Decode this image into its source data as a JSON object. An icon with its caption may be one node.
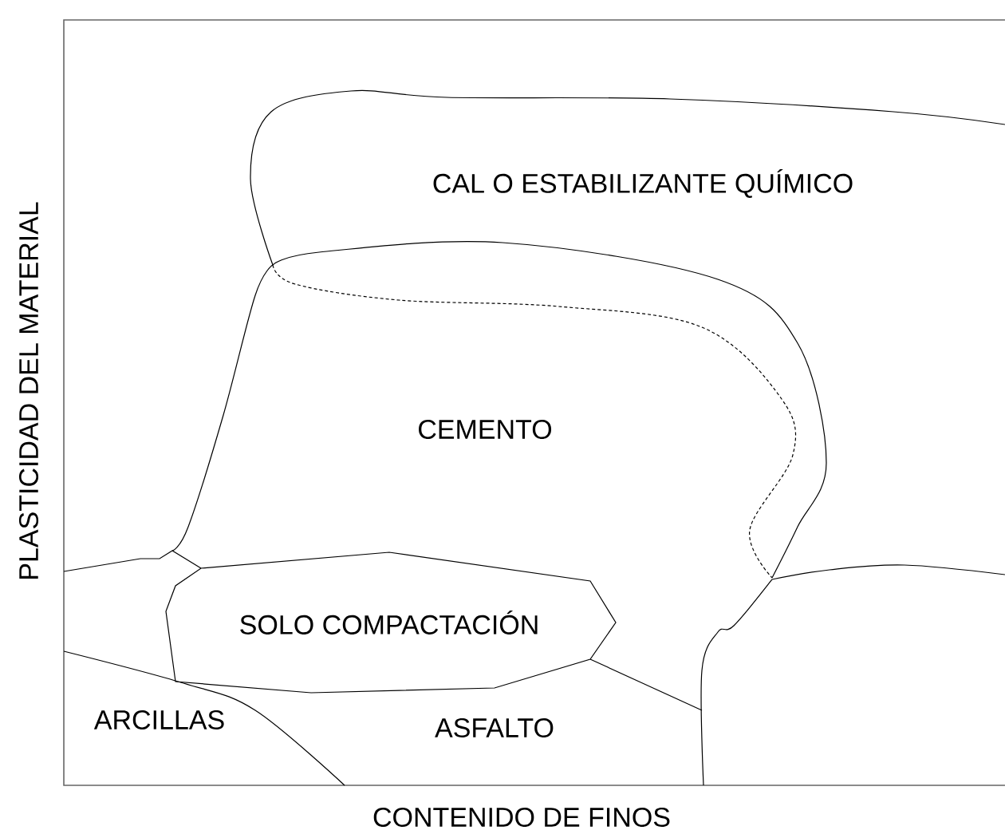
{
  "diagram": {
    "nodes": [
      {
        "text": [
          "CAL O ESTABILIZANTE QUÍMICO"
        ]
      },
      {
        "text": [
          "CEMENTO"
        ]
      },
      {
        "text": [
          "SOLO COMPACTACIÓN"
        ]
      },
      {
        "text": [
          "ARCILLAS"
        ]
      },
      {
        "text": [
          "ASFALTO"
        ]
      }
    ],
    "labels": [
      "PLASTICIDAD DEL MATERIAL",
      "CONTENIDO DE FINOS"
    ]
  }
}
